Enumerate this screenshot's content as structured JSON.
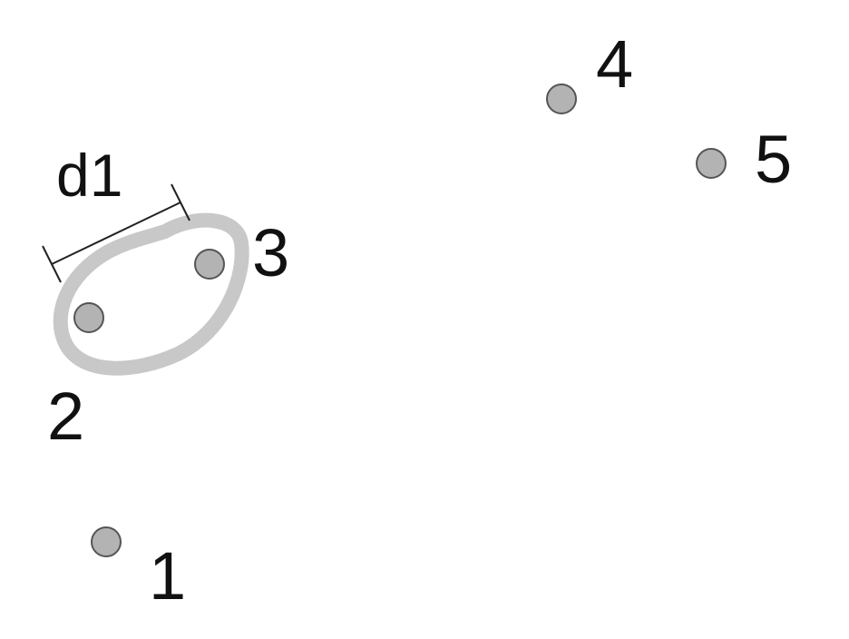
{
  "points": [
    {
      "id": "p1",
      "label": "1"
    },
    {
      "id": "p2",
      "label": "2"
    },
    {
      "id": "p3",
      "label": "3"
    },
    {
      "id": "p4",
      "label": "4"
    },
    {
      "id": "p5",
      "label": "5"
    }
  ],
  "distance": {
    "label": "d1",
    "from": "2",
    "to": "3"
  },
  "cluster": {
    "members": [
      "2",
      "3"
    ]
  },
  "colors": {
    "point_fill": "#b3b3b3",
    "point_stroke": "#555555",
    "cluster_stroke": "#c8c8c8",
    "text": "#111111",
    "background": "#ffffff"
  }
}
